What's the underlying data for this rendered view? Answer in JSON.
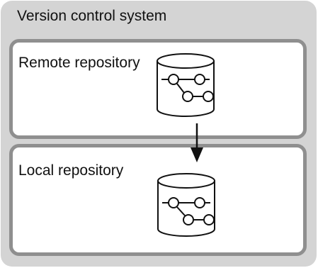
{
  "system": {
    "title": "Version control system"
  },
  "remote": {
    "label": "Remote repository",
    "icon": "database-branch-icon"
  },
  "local": {
    "label": "Local repository",
    "icon": "database-branch-icon"
  },
  "connector": {
    "icon": "arrow-down-icon",
    "direction": "remote-to-local"
  },
  "colors": {
    "outer_fill": "#d4d4d4",
    "panel_border": "#8f8f8f",
    "stroke": "#111111"
  }
}
